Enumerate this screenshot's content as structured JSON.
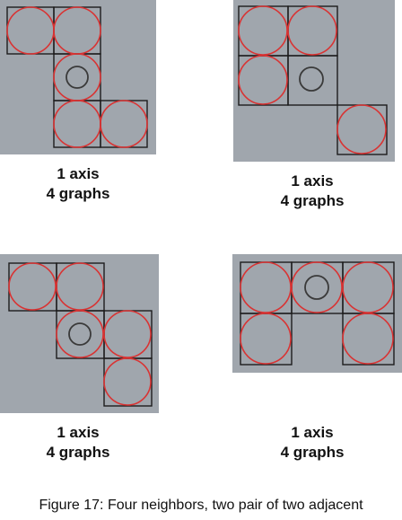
{
  "colors": {
    "panel_background": "#a0a6ad",
    "grid_line": "#1c1c1c",
    "large_circle": "#d93333",
    "center_circle": "#3a3a3a"
  },
  "figures": [
    {
      "line1": "1 axis",
      "line2": "4 graphs"
    },
    {
      "line1": "1 axis",
      "line2": "4 graphs"
    },
    {
      "line1": "1 axis",
      "line2": "4 graphs"
    },
    {
      "line1": "1 axis",
      "line2": "4 graphs"
    }
  ],
  "caption": "Figure 17: Four neighbors, two pair of two adjacent"
}
